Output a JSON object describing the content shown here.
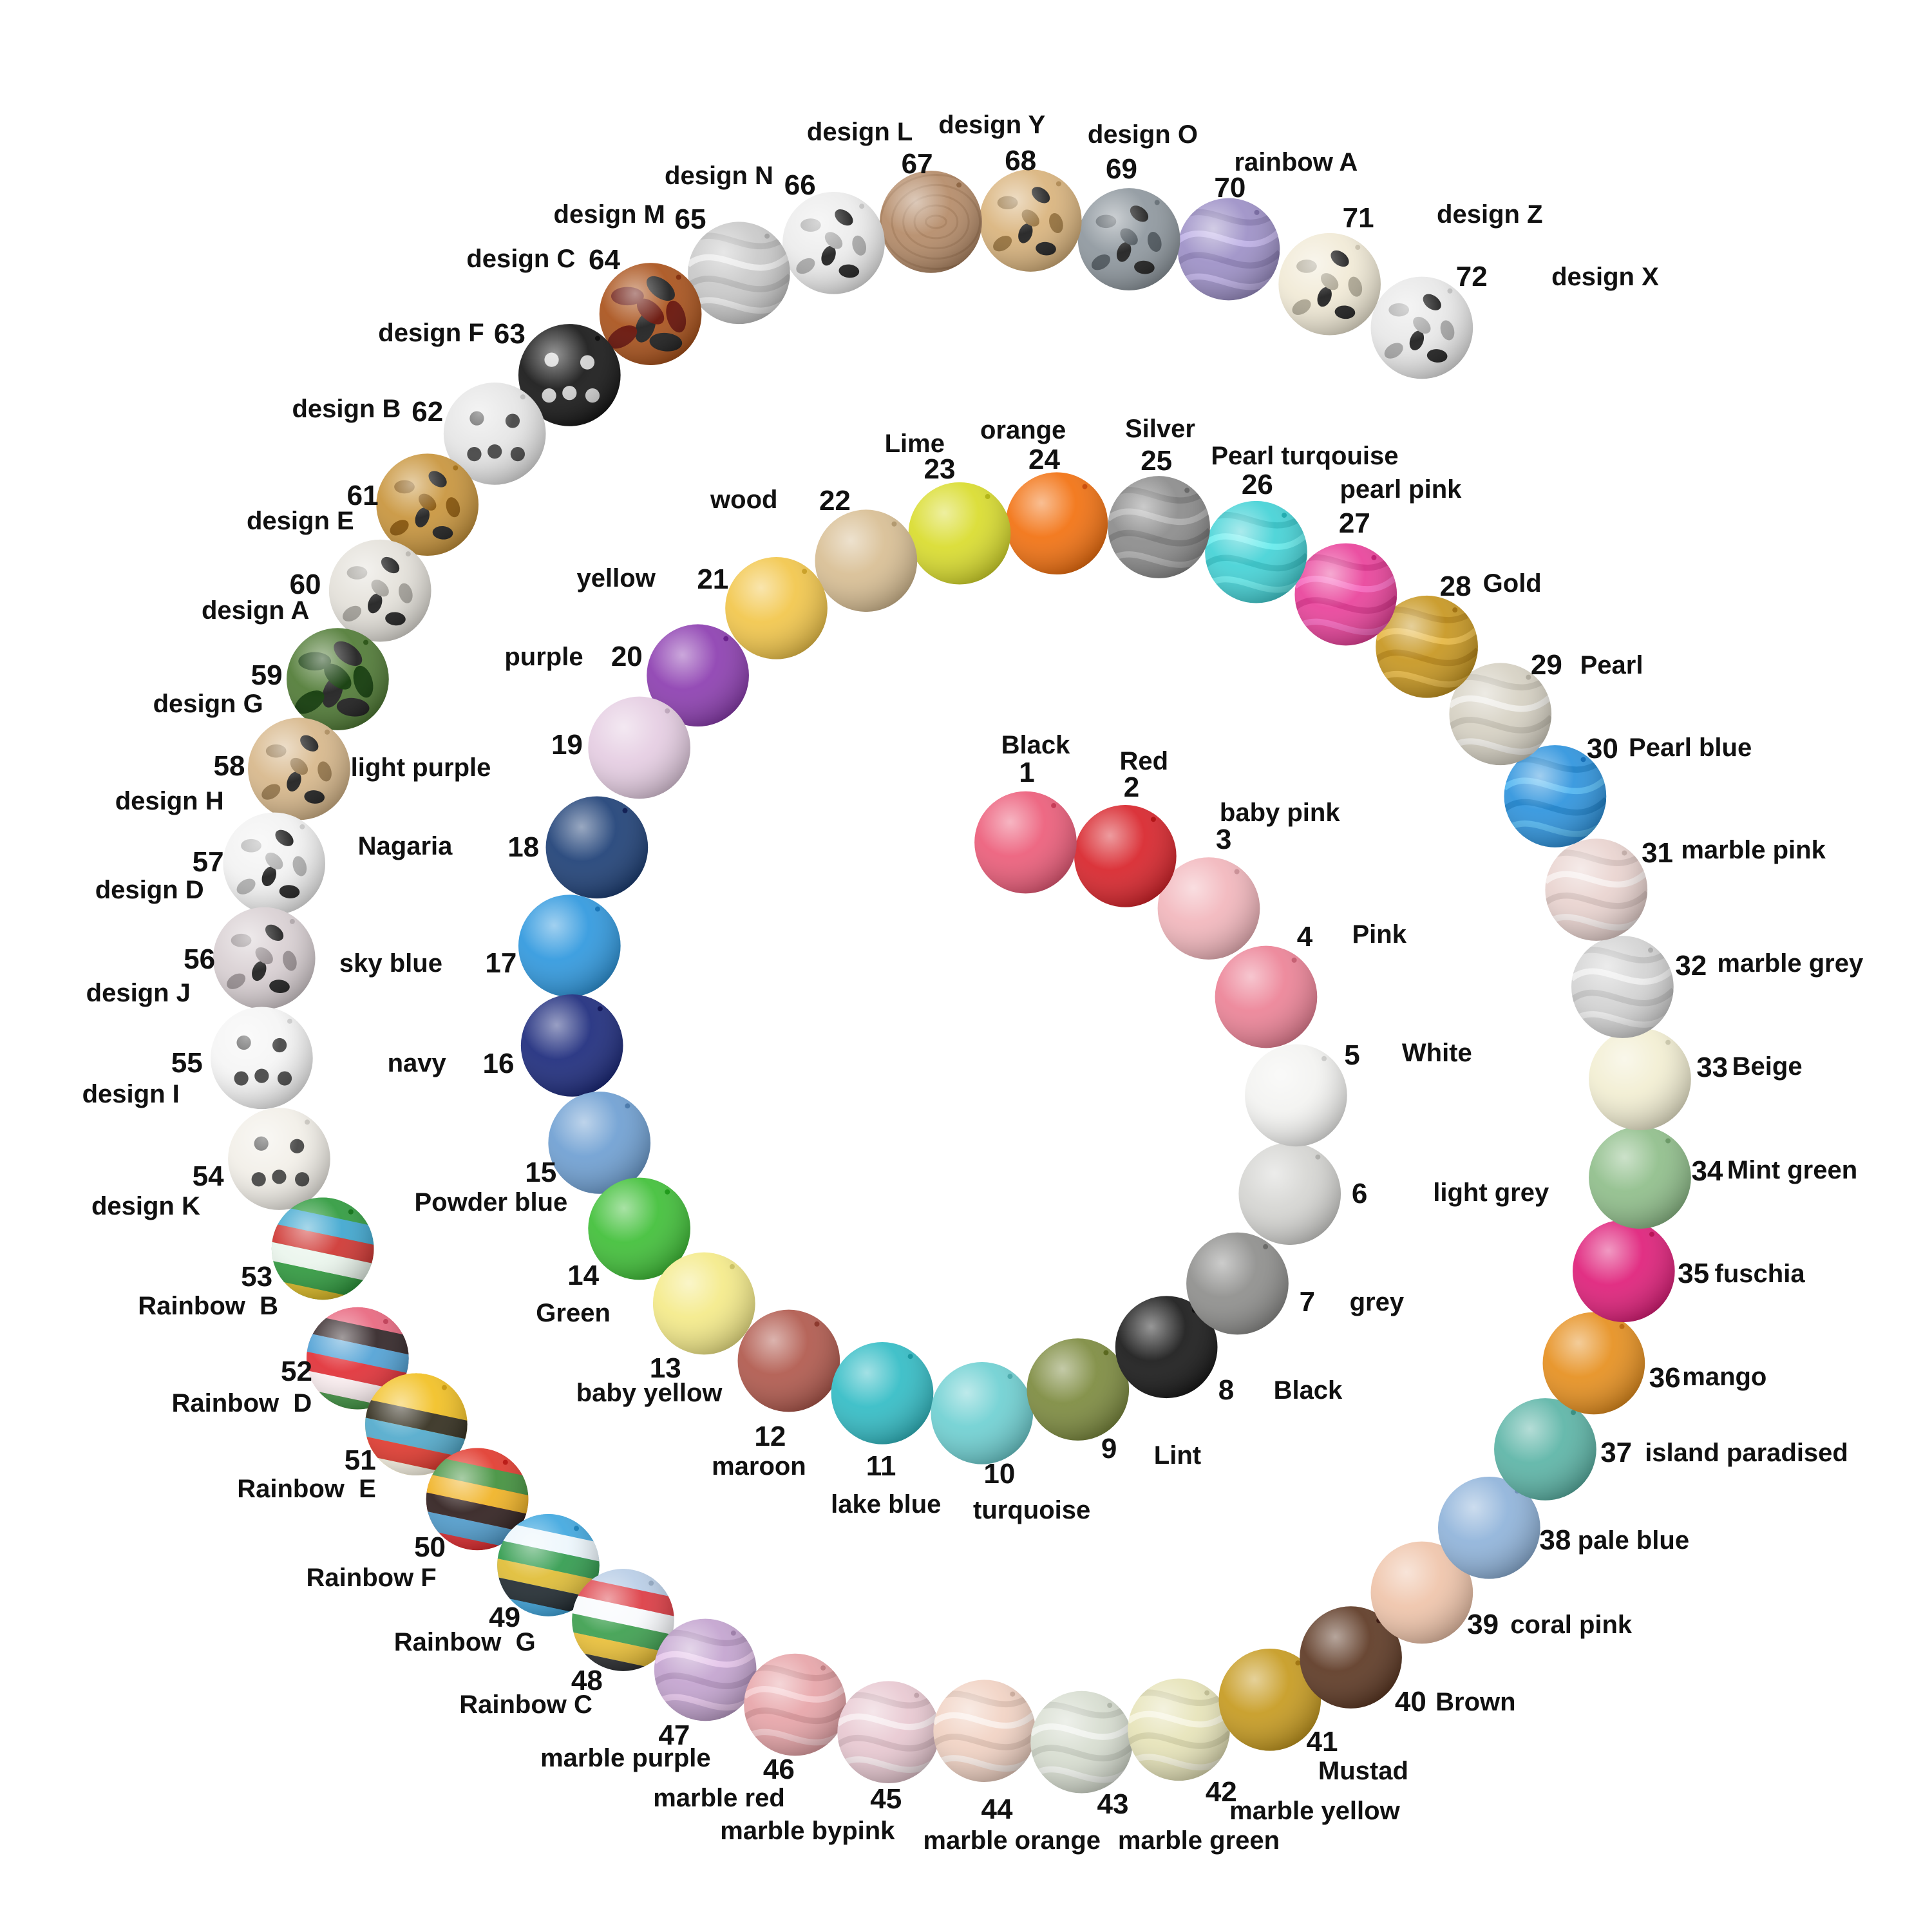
{
  "beads": [
    {
      "num": "1",
      "name": "Black",
      "color": "#ec5c79",
      "pattern": "solid"
    },
    {
      "num": "2",
      "name": "Red",
      "color": "#d8232a",
      "pattern": "solid"
    },
    {
      "num": "3",
      "name": "baby pink",
      "color": "#f2b6bc",
      "pattern": "solid"
    },
    {
      "num": "4",
      "name": "Pink",
      "color": "#ec8296",
      "pattern": "solid"
    },
    {
      "num": "5",
      "name": "White",
      "color": "#f3f3f1",
      "pattern": "solid"
    },
    {
      "num": "6",
      "name": "light grey",
      "color": "#d5d5d2",
      "pattern": "solid"
    },
    {
      "num": "7",
      "name": "grey",
      "color": "#8e8e8c",
      "pattern": "solid"
    },
    {
      "num": "8",
      "name": "Black",
      "color": "#181818",
      "pattern": "solid"
    },
    {
      "num": "9",
      "name": "Lint",
      "color": "#7c8a3e",
      "pattern": "solid"
    },
    {
      "num": "10",
      "name": "turquoise",
      "color": "#6ed0d2",
      "pattern": "solid"
    },
    {
      "num": "11",
      "name": "lake blue",
      "color": "#32bcc5",
      "pattern": "solid"
    },
    {
      "num": "12",
      "name": "maroon",
      "color": "#b0584c",
      "pattern": "solid"
    },
    {
      "num": "13",
      "name": "baby yellow",
      "color": "#f4ea88",
      "pattern": "solid"
    },
    {
      "num": "14",
      "name": "Green",
      "color": "#3fbf37",
      "pattern": "solid"
    },
    {
      "num": "15",
      "name": "Powder blue",
      "color": "#6e9fd2",
      "pattern": "solid"
    },
    {
      "num": "16",
      "name": "navy",
      "color": "#1c2a7c",
      "pattern": "solid"
    },
    {
      "num": "17",
      "name": "sky blue",
      "color": "#2f98de",
      "pattern": "solid"
    },
    {
      "num": "18",
      "name": "Nagaria",
      "color": "#1d3f76",
      "pattern": "solid"
    },
    {
      "num": "19",
      "name": "light purple",
      "color": "#e5cde2",
      "pattern": "solid"
    },
    {
      "num": "20",
      "name": "purple",
      "color": "#8c3db0",
      "pattern": "solid"
    },
    {
      "num": "21",
      "name": "yellow",
      "color": "#f2c64a",
      "pattern": "solid"
    },
    {
      "num": "22",
      "name": "wood",
      "color": "#d8be93",
      "pattern": "solid"
    },
    {
      "num": "23",
      "name": "Lime",
      "color": "#d9dc2c",
      "pattern": "solid"
    },
    {
      "num": "24",
      "name": "orange",
      "color": "#f2700f",
      "pattern": "solid"
    },
    {
      "num": "25",
      "name": "Silver",
      "color": "#8b8b8b",
      "pattern": "pearl"
    },
    {
      "num": "26",
      "name": "Pearl turqouise",
      "color": "#43d2d6",
      "pattern": "pearl"
    },
    {
      "num": "27",
      "name": "pearl pink",
      "color": "#e9419a",
      "pattern": "pearl"
    },
    {
      "num": "28",
      "name": "Gold",
      "color": "#c7961f",
      "pattern": "pearl"
    },
    {
      "num": "29",
      "name": "Pearl",
      "color": "#d6d1c3",
      "pattern": "pearl"
    },
    {
      "num": "30",
      "name": "Pearl blue",
      "color": "#2d93dd",
      "pattern": "pearl"
    },
    {
      "num": "31",
      "name": "marble pink",
      "color": "#e9d3cf",
      "pattern": "marble"
    },
    {
      "num": "32",
      "name": "marble grey",
      "color": "#d4d4d4",
      "pattern": "marble"
    },
    {
      "num": "33",
      "name": "Beige",
      "color": "#f2eed2",
      "pattern": "solid"
    },
    {
      "num": "34",
      "name": "Mint green",
      "color": "#8fbe8a",
      "pattern": "solid"
    },
    {
      "num": "35",
      "name": "fuschia",
      "color": "#df1e79",
      "pattern": "solid"
    },
    {
      "num": "36",
      "name": "mango",
      "color": "#e68f1e",
      "pattern": "solid"
    },
    {
      "num": "37",
      "name": "island paradised",
      "color": "#5bb4a6",
      "pattern": "solid"
    },
    {
      "num": "38",
      "name": "pale blue",
      "color": "#8fb3da",
      "pattern": "solid"
    },
    {
      "num": "39",
      "name": "coral pink",
      "color": "#efc4aa",
      "pattern": "solid"
    },
    {
      "num": "40",
      "name": "Brown",
      "color": "#5d3823",
      "pattern": "solid"
    },
    {
      "num": "41",
      "name": "Mustad",
      "color": "#c69a1f",
      "pattern": "solid"
    },
    {
      "num": "42",
      "name": "marble yellow",
      "color": "#e6e3b8",
      "pattern": "marble"
    },
    {
      "num": "43",
      "name": "marble green",
      "color": "#d7ddd0",
      "pattern": "marble"
    },
    {
      "num": "44",
      "name": "marble orange",
      "color": "#f1d2c3",
      "pattern": "marble"
    },
    {
      "num": "45",
      "name": "marble bypink",
      "color": "#e8c8d1",
      "pattern": "marble"
    },
    {
      "num": "46",
      "name": "marble red",
      "color": "#e7a4a8",
      "pattern": "marble"
    },
    {
      "num": "47",
      "name": "marble purple",
      "color": "#c3a3cf",
      "pattern": "marble"
    },
    {
      "num": "48",
      "name": "Rainbow C",
      "color": "#b8cde6",
      "pattern": "rainbow"
    },
    {
      "num": "49",
      "name": "Rainbow  G",
      "color": "#3fa7df",
      "pattern": "rainbow"
    },
    {
      "num": "50",
      "name": "Rainbow F",
      "color": "#e13a2d",
      "pattern": "rainbow"
    },
    {
      "num": "51",
      "name": "Rainbow  E",
      "color": "#f2c022",
      "pattern": "rainbow"
    },
    {
      "num": "52",
      "name": "Rainbow  D",
      "color": "#e8667e",
      "pattern": "rainbow"
    },
    {
      "num": "53",
      "name": "Rainbow  B",
      "color": "#2f9a3d",
      "pattern": "rainbow"
    },
    {
      "num": "54",
      "name": "design K",
      "color": "#f2efe8",
      "pattern": "print"
    },
    {
      "num": "55",
      "name": "design I",
      "color": "#f5f5f5",
      "pattern": "print"
    },
    {
      "num": "56",
      "name": "design J",
      "color": "#d9d0d3",
      "pattern": "leopard"
    },
    {
      "num": "57",
      "name": "design D",
      "color": "#f2f2f2",
      "pattern": "leopard"
    },
    {
      "num": "58",
      "name": "design H",
      "color": "#d7b78a",
      "pattern": "leopard"
    },
    {
      "num": "59",
      "name": "design G",
      "color": "#4f7a34",
      "pattern": "camo"
    },
    {
      "num": "60",
      "name": "design A",
      "color": "#e4e1da",
      "pattern": "leopard"
    },
    {
      "num": "61",
      "name": "design E",
      "color": "#c8943b",
      "pattern": "leopard"
    },
    {
      "num": "62",
      "name": "design B",
      "color": "#e6e6e6",
      "pattern": "print"
    },
    {
      "num": "63",
      "name": "design F",
      "color": "#161616",
      "pattern": "print"
    },
    {
      "num": "64",
      "name": "design C",
      "color": "#a9511a",
      "pattern": "camo"
    },
    {
      "num": "65",
      "name": "design M",
      "color": "#c9c9c9",
      "pattern": "marble"
    },
    {
      "num": "66",
      "name": "design N",
      "color": "#ececec",
      "pattern": "leopard"
    },
    {
      "num": "67",
      "name": "design L",
      "color": "#b48a67",
      "pattern": "wood"
    },
    {
      "num": "68",
      "name": "design Y",
      "color": "#d9b37c",
      "pattern": "leopard"
    },
    {
      "num": "69",
      "name": "design O",
      "color": "#8e979e",
      "pattern": "leopard"
    },
    {
      "num": "70",
      "name": "rainbow A",
      "color": "#9c8fc6",
      "pattern": "marble"
    },
    {
      "num": "71",
      "name": "design Z",
      "color": "#f1ead6",
      "pattern": "leopard"
    },
    {
      "num": "72",
      "name": "design X",
      "color": "#e8e8e8",
      "pattern": "leopard"
    }
  ]
}
